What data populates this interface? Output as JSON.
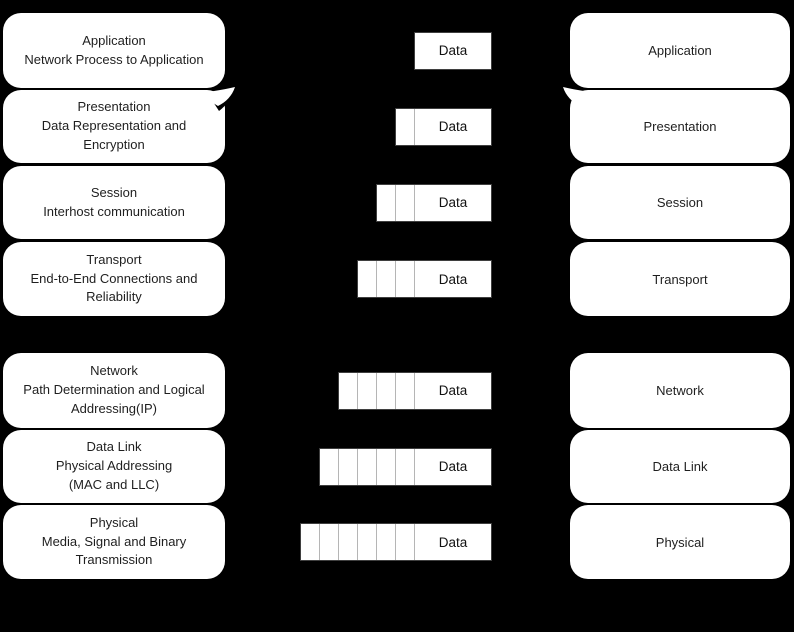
{
  "colors": {
    "background": "#000000",
    "box_fill": "#ffffff",
    "box_text": "#1f1f1f",
    "pdu_border": "#3f3f3f",
    "segment_divider": "#b5b5b5"
  },
  "layers": [
    {
      "title": "Application",
      "description": "Network Process to Application",
      "data_label": "Data",
      "right_label": "Application",
      "header_segments": 0,
      "group": "upper"
    },
    {
      "title": "Presentation",
      "description": "Data Representation and\nEncryption",
      "data_label": "Data",
      "right_label": "Presentation",
      "header_segments": 1,
      "group": "upper"
    },
    {
      "title": "Session",
      "description": "Interhost communication",
      "data_label": "Data",
      "right_label": "Session",
      "header_segments": 2,
      "group": "upper"
    },
    {
      "title": "Transport",
      "description": "End-to-End Connections and\nReliability",
      "data_label": "Data",
      "right_label": "Transport",
      "header_segments": 3,
      "group": "upper"
    },
    {
      "title": "Network",
      "description": "Path Determination and Logical\nAddressing(IP)",
      "data_label": "Data",
      "right_label": "Network",
      "header_segments": 4,
      "group": "lower"
    },
    {
      "title": "Data Link",
      "description": "Physical Addressing\n(MAC and LLC)",
      "data_label": "Data",
      "right_label": "Data Link",
      "header_segments": 5,
      "group": "lower"
    },
    {
      "title": "Physical",
      "description": "Media, Signal and Binary\nTransmission",
      "data_label": "Data",
      "right_label": "Physical",
      "header_segments": 6,
      "group": "lower"
    }
  ]
}
